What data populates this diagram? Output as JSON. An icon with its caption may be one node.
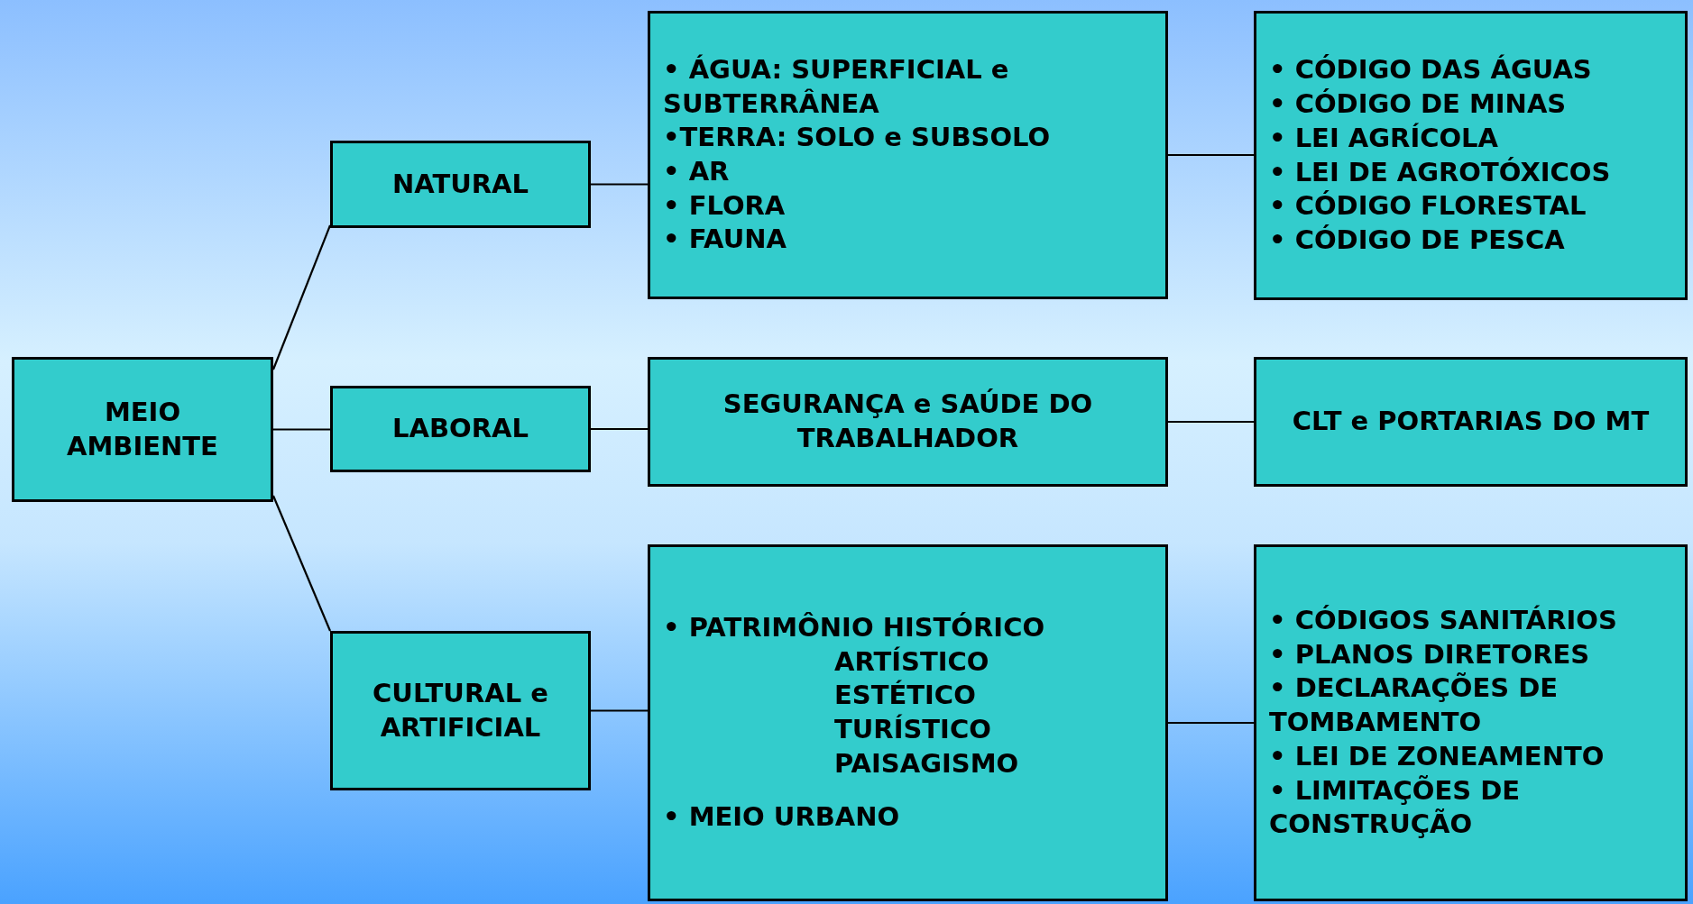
{
  "diagram": {
    "nodes": [
      {
        "text": [
          "MEIO AMBIENTE"
        ]
      },
      {
        "text": [
          "NATURAL"
        ]
      },
      {
        "text": [
          "LABORAL"
        ]
      },
      {
        "text": [
          "CULTURAL e ARTIFICIAL"
        ]
      },
      {
        "text": [
          "• ÁGUA: SUPERFICIAL e SUBTERRÂNEA",
          "•TERRA: SOLO e SUBSOLO",
          "• AR",
          "• FLORA",
          "• FAUNA"
        ]
      },
      {
        "text": [
          "• CÓDIGO DAS ÁGUAS",
          "• CÓDIGO DE MINAS",
          "• LEI AGRÍCOLA",
          "• LEI DE AGROTÓXICOS",
          "• CÓDIGO FLORESTAL",
          "• CÓDIGO DE PESCA"
        ]
      },
      {
        "text": [
          "SEGURANÇA e SAÚDE DO TRABALHADOR"
        ]
      },
      {
        "text": [
          "CLT e PORTARIAS DO MT"
        ]
      },
      {
        "text": [
          "• PATRIMÔNIO HISTÓRICO",
          "ARTÍSTICO",
          "ESTÉTICO",
          "TURÍSTICO",
          "PAISAGISMO",
          "• MEIO URBANO"
        ]
      },
      {
        "text": [
          "• CÓDIGOS SANITÁRIOS",
          "• PLANOS DIRETORES",
          "• DECLARAÇÕES DE TOMBAMENTO",
          "• LEI DE ZONEAMENTO",
          "• LIMITAÇÕES DE CONSTRUÇÃO"
        ]
      }
    ],
    "edges": [
      {
        "from": 0,
        "to": 1,
        "arrow": "none"
      },
      {
        "from": 0,
        "to": 2,
        "arrow": "none"
      },
      {
        "from": 0,
        "to": 3,
        "arrow": "none"
      },
      {
        "from": 1,
        "to": 4,
        "arrow": "none"
      },
      {
        "from": 2,
        "to": 6,
        "arrow": "none"
      },
      {
        "from": 3,
        "to": 8,
        "arrow": "none"
      },
      {
        "from": 4,
        "to": 5,
        "arrow": "none"
      },
      {
        "from": 6,
        "to": 7,
        "arrow": "none"
      },
      {
        "from": 8,
        "to": 9,
        "arrow": "none"
      }
    ]
  }
}
